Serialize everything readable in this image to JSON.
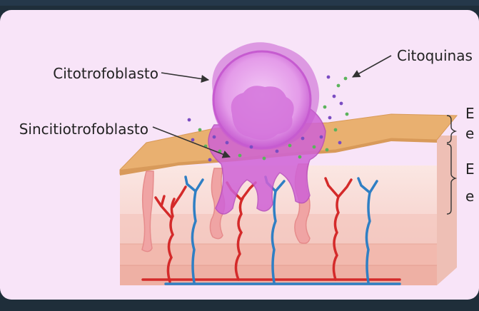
{
  "labels": {
    "cytotrophoblast": "Citotrofoblasto",
    "syncytiotrophoblast": "Sincitiotrofoblasto",
    "cytokines": "Citoquinas",
    "bracket_top_1": "E",
    "bracket_top_2": "e",
    "bracket_bottom_1": "E",
    "bracket_bottom_2": "e"
  },
  "colors": {
    "background_dark": "#1f2e3a",
    "panel": "#f8e4f8",
    "epithelium": "#e9b070",
    "tissue": "#f6d5d0",
    "cell_purple": "#c75fd0",
    "artery": "#d42a2a",
    "vein": "#2f7fc4"
  }
}
